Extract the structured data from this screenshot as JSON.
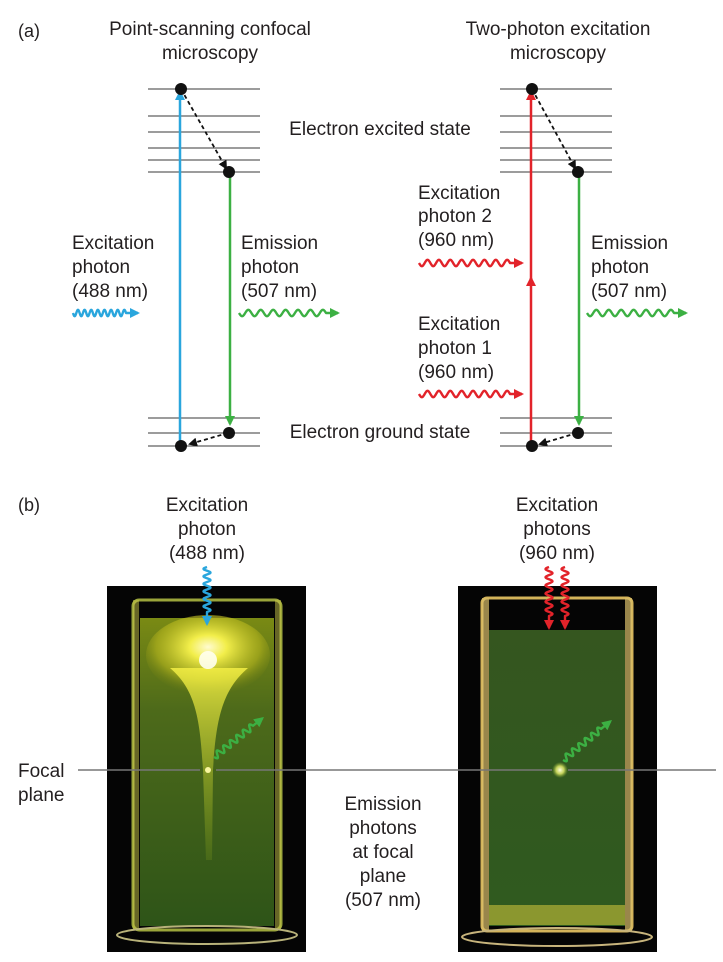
{
  "panel_a": {
    "label": "(a)",
    "left_title": [
      "Point-scanning confocal",
      "microscopy"
    ],
    "right_title": [
      "Two-photon excitation",
      "microscopy"
    ],
    "excited_state": "Electron excited state",
    "ground_state": "Electron ground state",
    "left_excitation": [
      "Excitation",
      "photon",
      "(488 nm)"
    ],
    "left_emission": [
      "Emission",
      "photon",
      "(507 nm)"
    ],
    "right_excitation_2": [
      "Excitation",
      "photon 2",
      "(960 nm)"
    ],
    "right_excitation_1": [
      "Excitation",
      "photon 1",
      "(960 nm)"
    ],
    "right_emission": [
      "Emission",
      "photon",
      "(507 nm)"
    ]
  },
  "panel_b": {
    "label": "(b)",
    "left_excitation": [
      "Excitation",
      "photon",
      "(488 nm)"
    ],
    "right_excitation": [
      "Excitation",
      "photons",
      "(960 nm)"
    ],
    "focal_plane": [
      "Focal",
      "plane"
    ],
    "emission_focal": [
      "Emission",
      "photons",
      "at focal",
      "plane",
      "(507 nm)"
    ]
  },
  "colors": {
    "blue_photon": "#2aa6dd",
    "red_photon": "#e2232a",
    "green_photon": "#3cb043",
    "text": "#231f20"
  }
}
